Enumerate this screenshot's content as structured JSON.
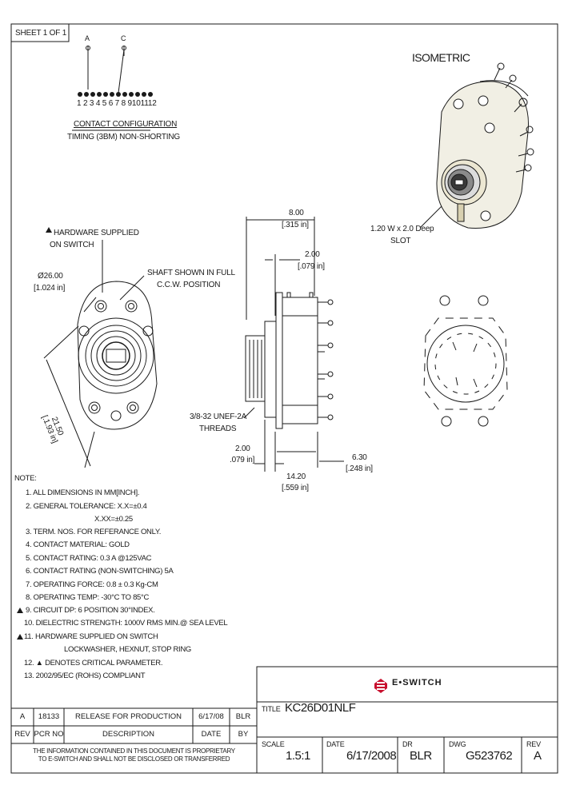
{
  "sheet": "SHEET 1 OF 1",
  "contacts": {
    "label_a": "A",
    "label_c": "C",
    "numbers": "1 2 3 4 5 6 7 8 9101112",
    "title": "CONTACT CONFIGURATION",
    "subtitle": "TIMING (3BM) NON-SHORTING"
  },
  "isometric": {
    "title": "ISOMETRIC",
    "slot_line1": "1.20 W x 2.0 Deep",
    "slot_line2": "SLOT"
  },
  "front_view": {
    "hardware_line1": "HARDWARE SUPPLIED",
    "hardware_line2": "ON SWITCH",
    "dia_line1": "Ø26.00",
    "dia_line2": "[1.024 in]",
    "shaft_line1": "SHAFT SHOWN IN FULL",
    "shaft_line2": "C.C.W. POSITION",
    "diag_line1": "21.50",
    "diag_line2": "[.1.93 in]"
  },
  "side_view": {
    "dim1_line1": "8.00",
    "dim1_line2": "[.315 in]",
    "dim2_line1": "2.00",
    "dim2_line2": "[.079 in]",
    "thread_line1": "3/8-32 UNEF-2A",
    "thread_line2": "THREADS",
    "dim3_line1": "2.00",
    "dim3_line2": ".079 in]",
    "dim4_line1": "14.20",
    "dim4_line2": "[.559 in]",
    "dim5_line1": "6.30",
    "dim5_line2": "[.248 in]"
  },
  "notes": {
    "heading": "NOTE:",
    "items": [
      "1. ALL DIMENSIONS IN MM[INCH].",
      "2. GENERAL TOLERANCE: X.X=±0.4",
      "X.XX=±0.25",
      "3. TERM. NOS. FOR REFERANCE ONLY.",
      "4. CONTACT MATERIAL: GOLD",
      "5. CONTACT RATING: 0.3 A @125VAC",
      "6. CONTACT RATING (NON-SWITCHING) 5A",
      "7. OPERATING FORCE: 0.8 ± 0.3 Kg-CM",
      "8. OPERATING TEMP: -30°C TO 85°C",
      "9. CIRCUIT DP: 6 POSITION 30°INDEX.",
      "10. DIELECTRIC STRENGTH: 1000V RMS MIN.@ SEA LEVEL",
      "11. HARDWARE SUPPLIED ON SWITCH",
      "LOCKWASHER, HEXNUT, STOP RING",
      "12. ▲ DENOTES CRITICAL PARAMETER.",
      "13. 2002/95/EC (ROHS) COMPLIANT"
    ]
  },
  "logo": {
    "text": "E•SWITCH"
  },
  "title_block": {
    "title_label": "TITLE",
    "title_value": "KC26D01NLF",
    "scale_label": "SCALE",
    "scale_value": "1.5:1",
    "date_label": "DATE",
    "date_value": "6/17/2008",
    "dr_label": "DR",
    "dr_value": "BLR",
    "dwg_label": "DWG",
    "dwg_value": "G523762",
    "rev_label": "REV",
    "rev_value": "A"
  },
  "revision": {
    "rev": "A",
    "pcr": "18133",
    "description": "RELEASE FOR PRODUCTION",
    "date": "6/17/08",
    "by": "BLR",
    "h_rev": "REV",
    "h_pcr": "PCR NO",
    "h_desc": "DESCRIPTION",
    "h_date": "DATE",
    "h_by": "BY"
  },
  "proprietary": {
    "line1": "THE INFORMATION CONTAINED IN THIS DOCUMENT IS PROPRIETARY",
    "line2": "TO E-SWITCH AND SHALL NOT BE DISCLOSED OR TRANSFERRED"
  },
  "colors": {
    "ink": "#1a1a1a",
    "logo_red": "#c8102e",
    "body_fill": "#f1efe4"
  }
}
